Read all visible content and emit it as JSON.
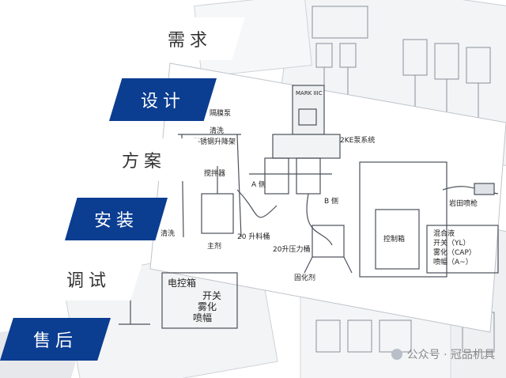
{
  "colors": {
    "accent": "#0b3d91",
    "light_step": "#ffffff",
    "text_dark": "#333333"
  },
  "steps": [
    {
      "label": "需求",
      "style": "light"
    },
    {
      "label": "设计",
      "style": "dark"
    },
    {
      "label": "方案",
      "style": "light"
    },
    {
      "label": "安装",
      "style": "dark"
    },
    {
      "label": "调试",
      "style": "light"
    },
    {
      "label": "售后",
      "style": "dark"
    }
  ],
  "drawing": {
    "brand": "MARK IIIC",
    "pump_system": "2KE泵系统",
    "diaphragm_pump": "隔膜泵",
    "lift_tank": "不锈钢升降架",
    "clean_1": "清洗",
    "mixer": "搅拌器",
    "side_a": "A 侧",
    "side_b": "B 侧",
    "clean_2": "清洗",
    "main": "主剂",
    "bucket_20": "20 升料桶",
    "pressure_tank": "20升压力桶",
    "hardener": "固化剂",
    "control_box": "控制箱",
    "gun": "岩田喷枪",
    "legend": [
      "混合液",
      "开关（YL）",
      "雾化（CAP）",
      "喷幅（A~）"
    ],
    "elec_box": "电控箱",
    "elec_lines": [
      "开关",
      "雾化",
      "喷幅"
    ]
  },
  "watermark": "公众号 · 冠品机具"
}
